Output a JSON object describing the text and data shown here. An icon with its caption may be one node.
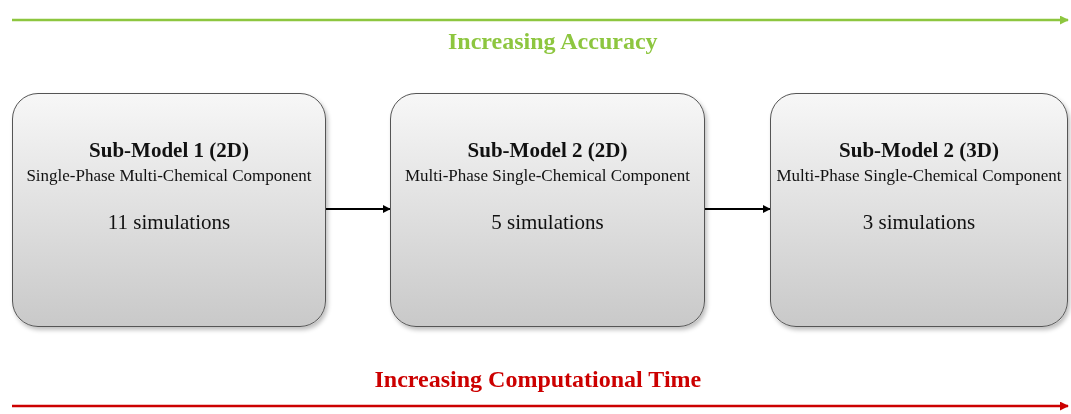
{
  "diagram": {
    "nodes": [
      {
        "text": [
          "Sub-Model 1 (2D)",
          "Single-Phase Multi-Chemical Component",
          "11 simulations"
        ]
      },
      {
        "text": [
          "Sub-Model 2 (2D)",
          "Multi-Phase Single-Chemical Component",
          "5 simulations"
        ]
      },
      {
        "text": [
          "Sub-Model 2 (3D)",
          "Multi-Phase Single-Chemical Component",
          "3 simulations"
        ]
      }
    ],
    "edges": [
      {
        "from": 0,
        "to": 1,
        "arrow": "to"
      },
      {
        "from": 1,
        "to": 2,
        "arrow": "to"
      }
    ],
    "labels": [
      "Increasing Accuracy",
      "Increasing Computational Time"
    ]
  }
}
